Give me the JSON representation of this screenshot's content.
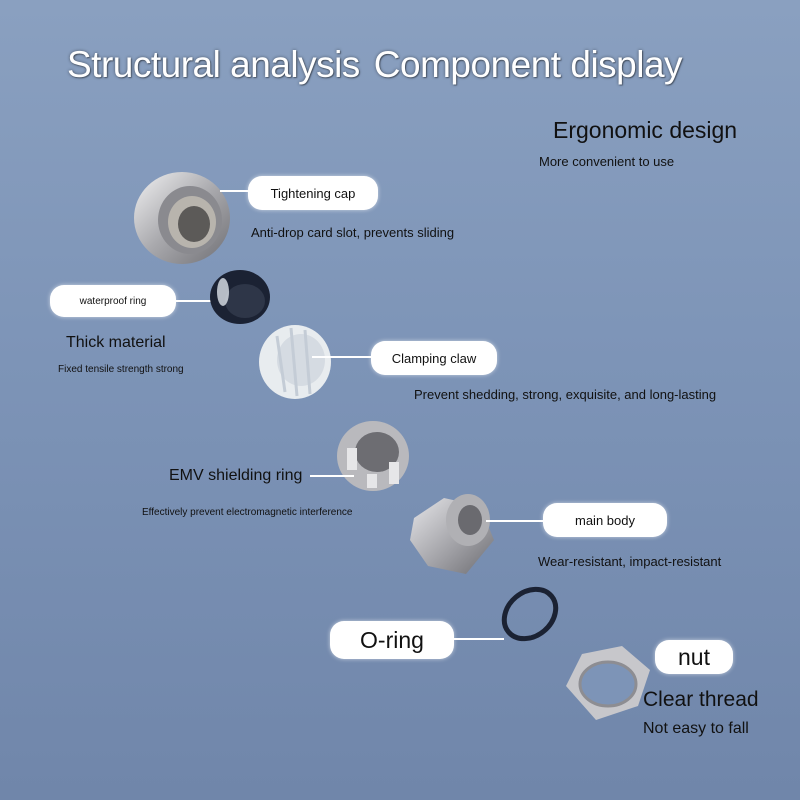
{
  "title": {
    "part1": "Structural analysis",
    "part2": "Component display"
  },
  "ergonomic": {
    "heading": "Ergonomic design",
    "sub": "More convenient to use"
  },
  "components": {
    "tightening_cap": {
      "label": "Tightening cap",
      "desc": "Anti-drop card slot, prevents sliding"
    },
    "waterproof_ring": {
      "label": "waterproof ring",
      "heading": "Thick material",
      "desc": "Fixed tensile strength strong"
    },
    "clamping_claw": {
      "label": "Clamping claw",
      "desc": "Prevent shedding, strong, exquisite, and long-lasting"
    },
    "emv_ring": {
      "heading": "EMV shielding ring",
      "desc": "Effectively prevent electromagnetic interference"
    },
    "main_body": {
      "label": "main body",
      "desc": "Wear-resistant, impact-resistant"
    },
    "o_ring": {
      "label": "O-ring"
    },
    "nut": {
      "label": "nut",
      "heading": "Clear thread",
      "desc": "Not easy to fall"
    }
  },
  "colors": {
    "background": "#7d94b7",
    "metal": "#c9c9cc",
    "rubber": "#1b2233",
    "plastic": "#e8ecef"
  }
}
